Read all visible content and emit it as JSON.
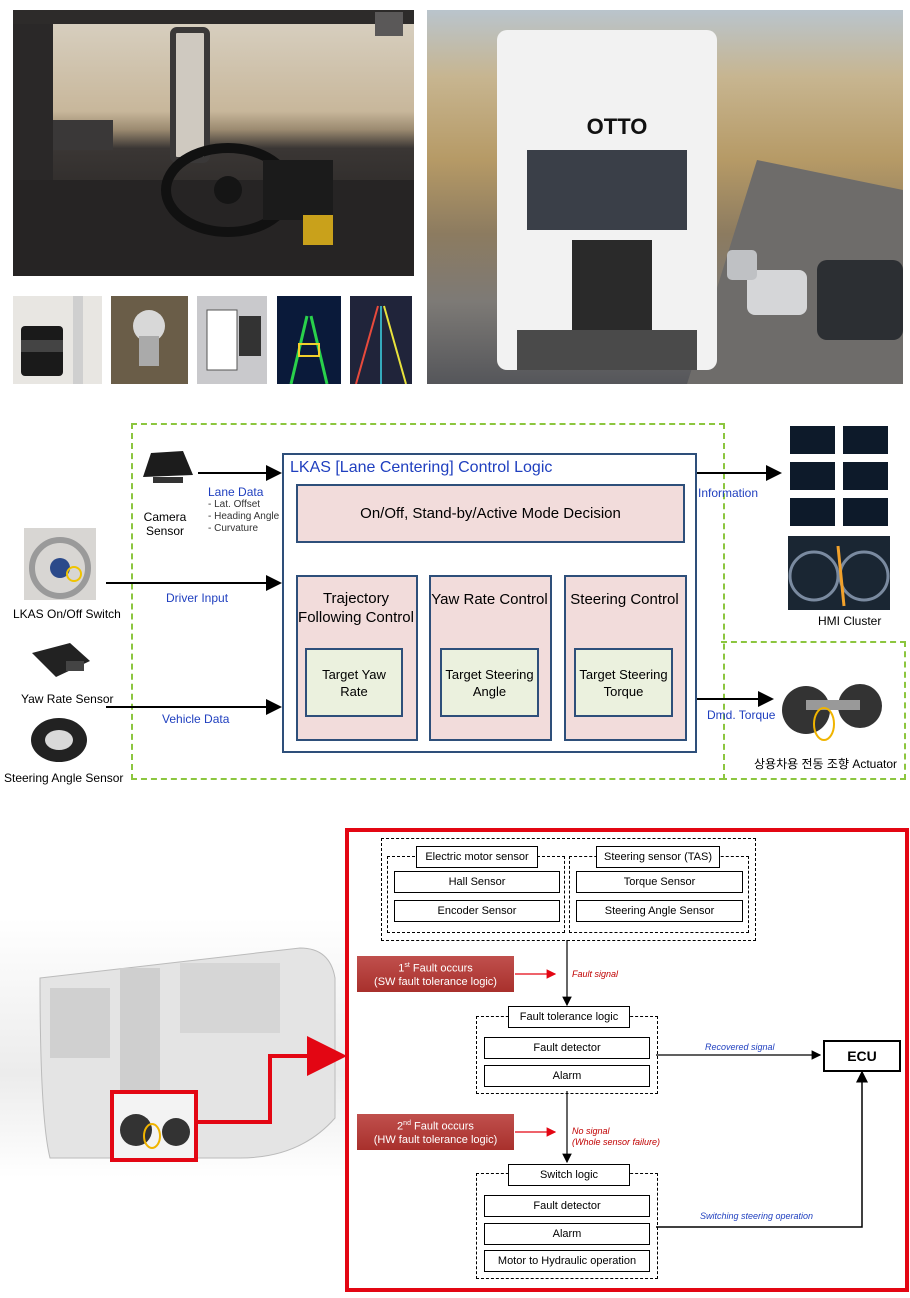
{
  "top_photos": {
    "truck_brand": "OTTO"
  },
  "lkas": {
    "title": "LKAS [Lane Centering] Control Logic",
    "mode_decision": "On/Off, Stand-by/Active Mode Decision",
    "blocks": [
      {
        "title": "Trajectory Following Control",
        "target": "Target Yaw Rate"
      },
      {
        "title": "Yaw Rate Control",
        "target": "Target Steering Angle"
      },
      {
        "title": "Steering Control",
        "target": "Target Steering Torque"
      }
    ],
    "inputs": {
      "camera_sensor": "Camera Sensor",
      "lane_data_title": "Lane Data",
      "lane_data_items": [
        "- Lat. Offset",
        "- Heading Angle",
        "- Curvature"
      ],
      "lkas_switch": "LKAS On/Off  Switch",
      "driver_input": "Driver Input",
      "yaw_rate_sensor": "Yaw Rate Sensor",
      "steering_angle_sensor": "Steering Angle Sensor",
      "vehicle_data": "Vehicle Data"
    },
    "outputs": {
      "information": "Information",
      "hmi_cluster": "HMI Cluster",
      "dmd_torque": "Dmd. Torque",
      "actuator": "상용차용 전동 조향 Actuator"
    }
  },
  "fault": {
    "electric_motor_sensor": {
      "title": "Electric motor sensor",
      "items": [
        "Hall Sensor",
        "Encoder  Sensor"
      ]
    },
    "steering_sensor": {
      "title": "Steering sensor (TAS)",
      "items": [
        "Torque Sensor",
        "Steering Angle Sensor"
      ]
    },
    "first_fault": {
      "ordinal": "1",
      "sup": "st",
      "title": " Fault occurs",
      "sub": "(SW fault tolerance logic)"
    },
    "fault_signal": "Fault signal",
    "fault_tolerance_logic": {
      "title": "Fault tolerance logic",
      "items": [
        "Fault detector",
        "Alarm"
      ]
    },
    "recovered_signal": "Recovered signal",
    "ecu": "ECU",
    "second_fault": {
      "ordinal": "2",
      "sup": "nd",
      "title": " Fault occurs",
      "sub": "(HW fault tolerance logic)"
    },
    "no_signal": "No signal",
    "no_signal_sub": "(Whole sensor failure)",
    "switch_logic": {
      "title": "Switch logic",
      "items": [
        "Fault detector",
        "Alarm",
        "Motor to Hydraulic operation"
      ]
    },
    "switching_operation": "Switching steering  operation"
  }
}
